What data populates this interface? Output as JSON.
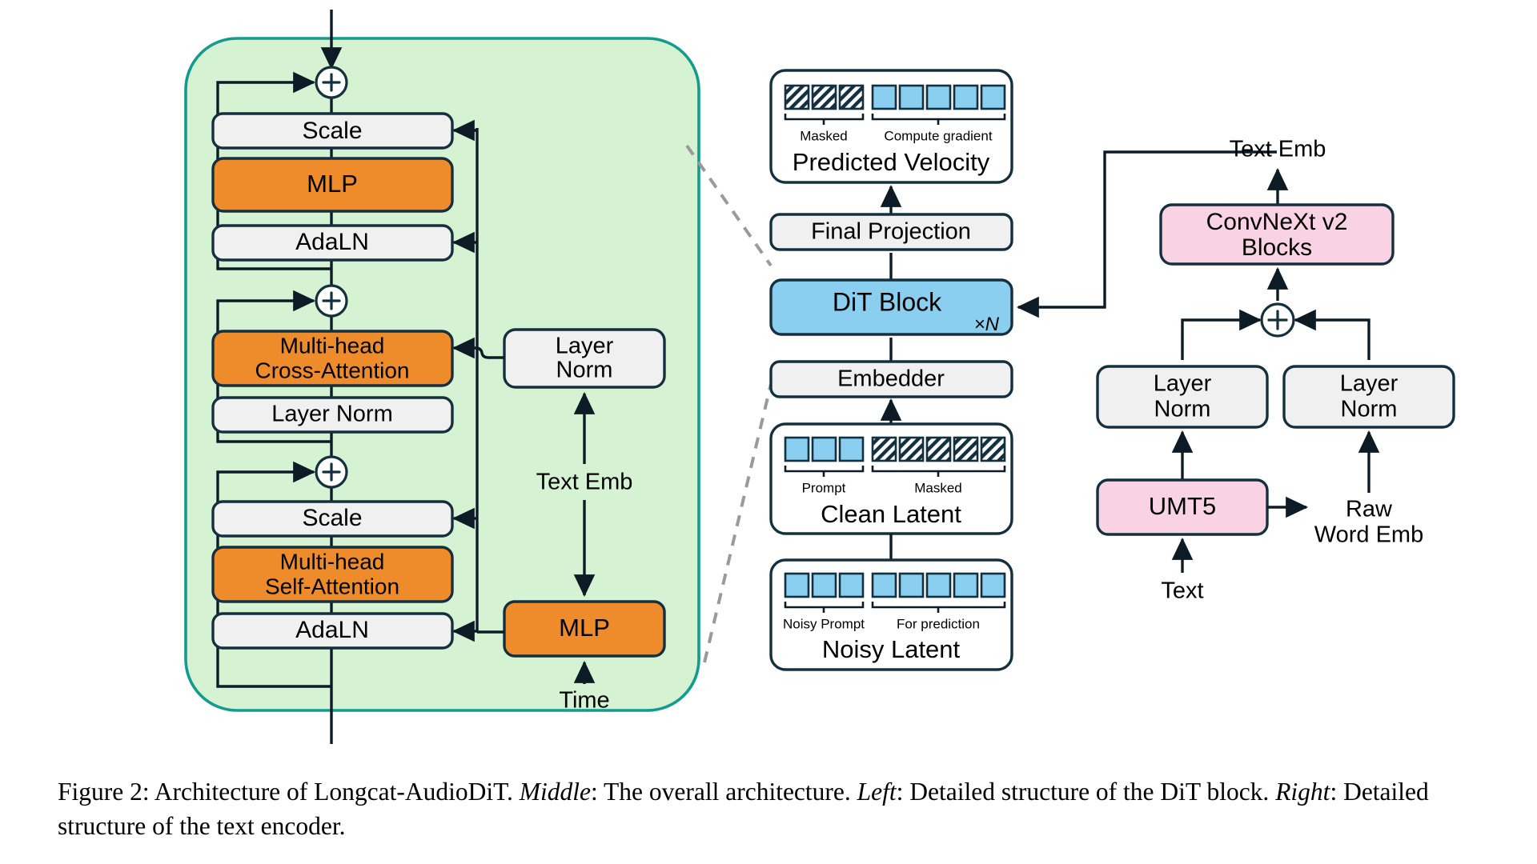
{
  "figure": {
    "caption_parts": {
      "p1": "Figure 2:  Architecture of Longcat-AudioDiT. ",
      "em1": "Middle",
      "p2": ":  The overall architecture.  ",
      "em2": "Left",
      "p3": ":  Detailed structure of the DiT block. ",
      "em3": "Right",
      "p4": ":  Detailed structure of the text encoder."
    }
  },
  "colors": {
    "orange": "#EE8B2B",
    "light_gray": "#F0F0F0",
    "panel_green": "#D5F2D3",
    "panel_green_border": "#129B8E",
    "blue": "#8ACEF0",
    "pink": "#F9D2E3",
    "white": "#FFFFFF",
    "outline": "#14303F",
    "dashed_gray": "#9A9A9A"
  },
  "left_panel": {
    "name": "DiT block detail",
    "blocks": {
      "scale_top": "Scale",
      "mlp_top": "MLP",
      "adaln_top": "AdaLN",
      "cross_attention": {
        "line1": "Multi-head",
        "line2": "Cross-Attention"
      },
      "layer_norm_inner": "Layer Norm",
      "scale_bottom": "Scale",
      "self_attention": {
        "line1": "Multi-head",
        "line2": "Self-Attention"
      },
      "adaln_bottom": "AdaLN",
      "layer_norm_right": {
        "line1": "Layer",
        "line2": "Norm"
      },
      "mlp_right": "MLP"
    },
    "labels": {
      "text_emb": "Text Emb",
      "time": "Time"
    },
    "operators": {
      "add": "+"
    }
  },
  "middle_panel": {
    "name": "Overall architecture",
    "predicted_velocity": {
      "title": "Predicted Velocity",
      "group_left_label": "Masked",
      "group_right_label": "Compute gradient",
      "masked_count": 3,
      "blue_count": 5
    },
    "final_projection": "Final Projection",
    "dit_block": {
      "label": "DiT Block",
      "repeat": "×N"
    },
    "embedder": "Embedder",
    "clean_latent": {
      "title": "Clean Latent",
      "group_left_label": "Prompt",
      "group_right_label": "Masked",
      "blue_count": 3,
      "masked_count": 5
    },
    "noisy_latent": {
      "title": "Noisy Latent",
      "group_left_label": "Noisy Prompt",
      "group_right_label": "For prediction",
      "left_blue_count": 3,
      "right_blue_count": 5
    }
  },
  "right_panel": {
    "name": "Text encoder detail",
    "text_emb_label": "Text Emb",
    "convnext": {
      "line1": "ConvNeXt v2",
      "line2": "Blocks"
    },
    "layer_norm_left": {
      "line1": "Layer",
      "line2": "Norm"
    },
    "layer_norm_right": {
      "line1": "Layer",
      "line2": "Norm"
    },
    "umt5": "UMT5",
    "text_input": "Text",
    "raw_word_emb": {
      "line1": "Raw",
      "line2": "Word Emb"
    },
    "operators": {
      "add": "+"
    }
  }
}
